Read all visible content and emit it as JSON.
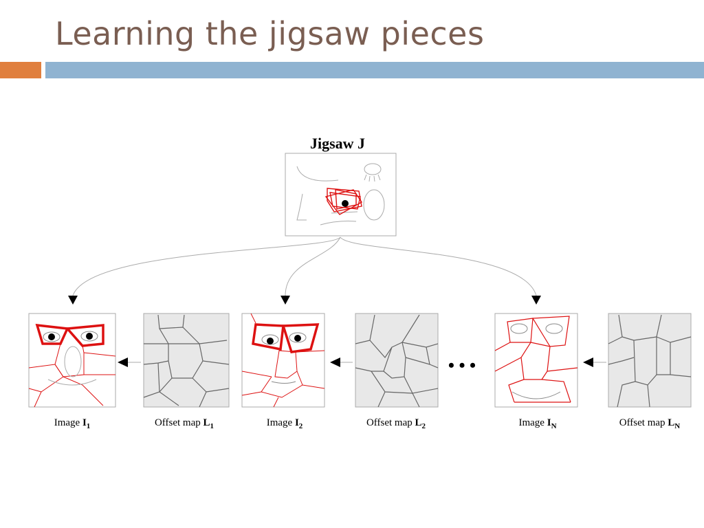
{
  "title": "Learning the jigsaw pieces",
  "jigsaw": {
    "label": "Jigsaw J"
  },
  "panels": [
    {
      "label": "Image ",
      "symbol": "I",
      "sub": "1"
    },
    {
      "label": "Offset map ",
      "symbol": "L",
      "sub": "1"
    },
    {
      "label": "Image ",
      "symbol": "I",
      "sub": "2"
    },
    {
      "label": "Offset map ",
      "symbol": "L",
      "sub": "2"
    },
    {
      "label": "Image ",
      "symbol": "I",
      "sub": "N"
    },
    {
      "label": "Offset map ",
      "symbol": "L",
      "sub": "N"
    }
  ],
  "ellipsis": "• • •",
  "colors": {
    "title": "#7a5e52",
    "accent_bar": "#e07f3e",
    "main_bar": "#8fb3d1",
    "piece_outline": "#dd1111",
    "offset_bg": "#e8e8e8",
    "offset_lines": "#666666"
  }
}
